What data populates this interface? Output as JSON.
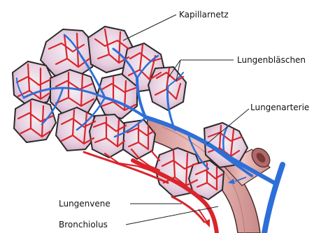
{
  "diagram": {
    "labels": {
      "kapillarnetz": "Kapillarnetz",
      "lungenblaeschen": "Lungenbläschen",
      "lungenarterie": "Lungenarterie",
      "lungenvene": "Lungenvene",
      "bronchiolus": "Bronchiolus"
    }
  },
  "colors": {
    "artery": "#2d6fd8",
    "vein": "#d9252b",
    "alveolus_fill": "#e9d5e4",
    "alveolus_outline": "#2a2a2a",
    "bronchiolus": "#e7b0ae"
  }
}
